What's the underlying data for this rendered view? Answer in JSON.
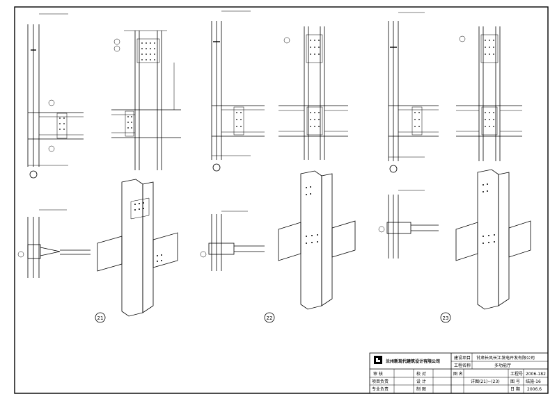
{
  "detail_markers": [
    {
      "id": "21"
    },
    {
      "id": "22"
    },
    {
      "id": "23"
    }
  ],
  "title_block": {
    "company": "兰州新现代建筑设计有限公司",
    "project_label": "建设项目",
    "project_value": "甘肃长风长江发电开发有限公司",
    "work_label": "工程名称",
    "work_value": "多功能厅",
    "review_label": "审 核",
    "review_person": "校 对",
    "project_lead_label": "项目负责",
    "project_lead_person": "设 计",
    "specialty_lead_label": "专业负责",
    "specialty_lead_person": "制 图",
    "drawing_name_label": "图 名",
    "drawing_name": "详图(21)~(23)",
    "job_no_label": "工程号",
    "job_no": "2006-182",
    "drawing_no_label": "图 号",
    "drawing_no": "结施-16",
    "date_label": "日 期",
    "date": "2006.6"
  }
}
